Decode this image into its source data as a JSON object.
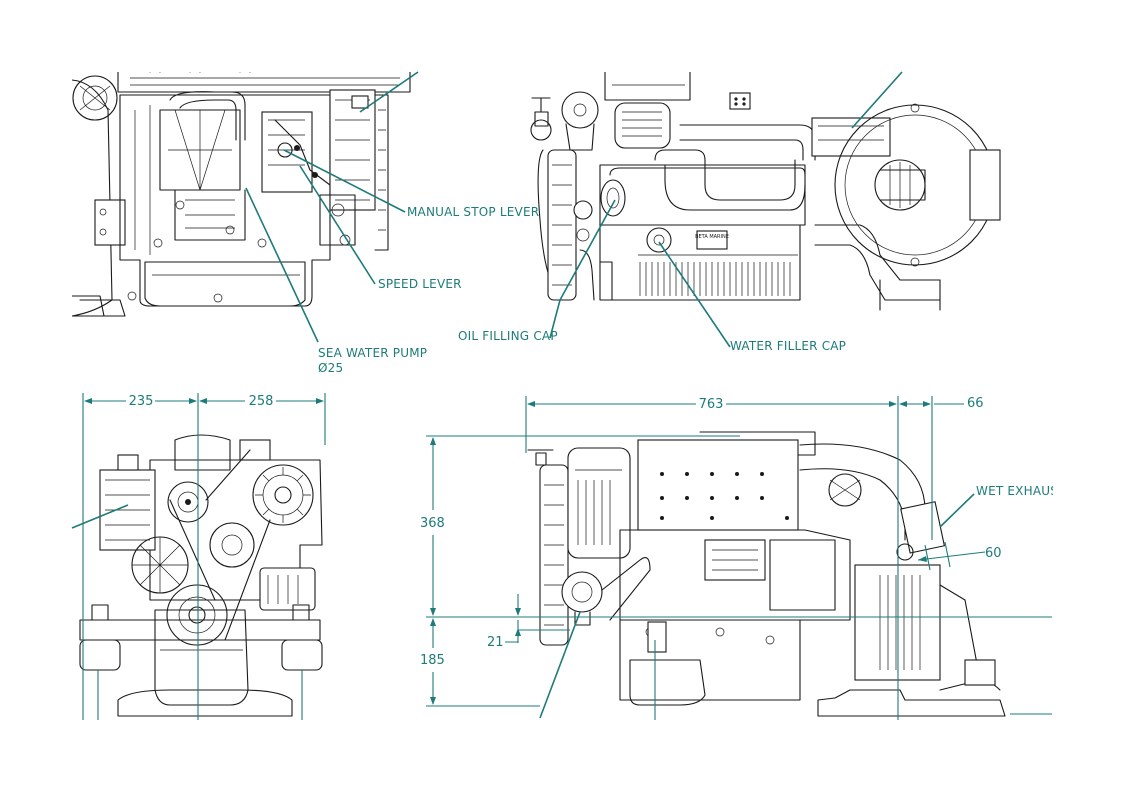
{
  "labels": {
    "manual_stop_lever": "MANUAL STOP LEVER",
    "speed_lever": "SPEED LEVER",
    "sea_water_pump": "SEA WATER PUMP",
    "sea_water_pump_size": "Ø25",
    "oil_filling_cap": "OIL FILLING CAP",
    "water_filler_cap": "WATER FILLER CAP",
    "wet_exhaust": "WET EXHAUST",
    "nameplate": "BETA MARINE"
  },
  "dimensions": {
    "front_left_width": "235",
    "front_right_width": "258",
    "side_length": "763",
    "exhaust_offset": "66",
    "upper_height": "368",
    "lower_height": "185",
    "mount_offset": "21",
    "exhaust_diameter": "60"
  },
  "colors": {
    "annotation": "#1e7b7b",
    "linework": "#1a1a1a",
    "background": "#ffffff"
  }
}
